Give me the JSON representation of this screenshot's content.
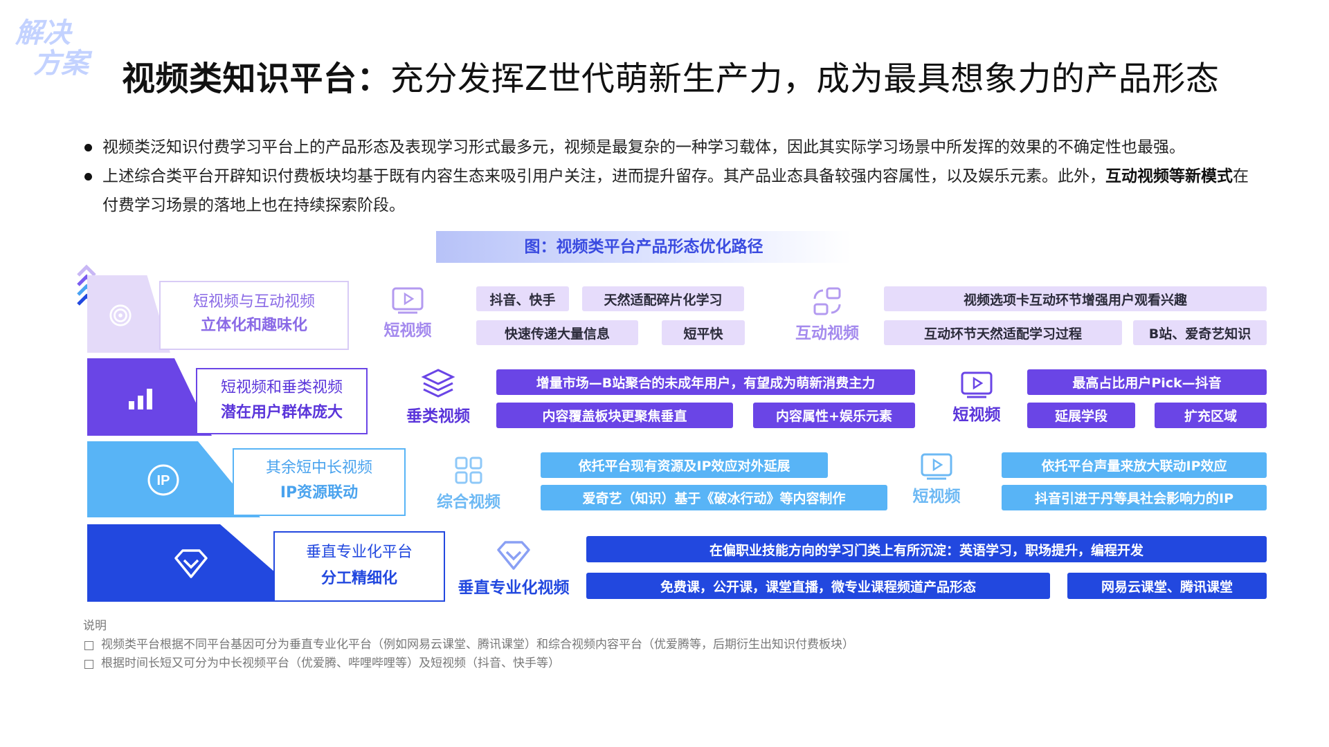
{
  "corner_tag": {
    "line1": "解决",
    "line2": "方案"
  },
  "title": {
    "strong": "视频类知识平台：",
    "rest": "充分发挥Z世代萌新生产力，成为最具想象力的产品形态"
  },
  "bullets": {
    "b1": "视频类泛知识付费学习平台上的产品形态及表现学习形式最多元，视频是最复杂的一种学习载体，因此其实际学习场景中所发挥的效果的不确定性也最强。",
    "b2_pre": "上述综合类平台开辟知识付费板块均基于既有内容生态来吸引用户关注，进而提升留存。其产品业态具备较强内容属性，以及娱乐元素。此外，",
    "b2_strong": "互动视频等新模式",
    "b2_post": "在付费学习场景的落地上也在持续探索阶段。"
  },
  "figure_title": "图：视频类平台产品形态优化路径",
  "colors": {
    "tier1": "#e4daf9",
    "tier2": "#6a45e6",
    "tier3": "#58b4f6",
    "tier4": "#2248df",
    "title_accent": "#3a4be0"
  },
  "tiers": [
    {
      "icon": "spiral-icon",
      "box": {
        "line1": "短视频与互动视频",
        "line2": "立体化和趣味化"
      },
      "categories": [
        {
          "icon": "video-play-icon",
          "label": "短视频"
        },
        {
          "icon": "interactive-swap-icon",
          "label": "互动视频"
        }
      ],
      "tags": [
        "抖音、快手",
        "天然适配碎片化学习",
        "快速传递大量信息",
        "短平快",
        "视频选项卡互动环节增强用户观看兴趣",
        "互动环节天然适配学习过程",
        "B站、爱奇艺知识"
      ]
    },
    {
      "icon": "bar-chart-icon",
      "box": {
        "line1": "短视频和垂类视频",
        "line2": "潜在用户群体庞大"
      },
      "categories": [
        {
          "icon": "layers-icon",
          "label": "垂类视频"
        },
        {
          "icon": "video-play-icon",
          "label": "短视频"
        }
      ],
      "tags": [
        "增量市场—B站聚合的未成年用户，有望成为萌新消费主力",
        "内容覆盖板块更聚焦垂直",
        "内容属性+娱乐元素",
        "最高占比用户Pick—抖音",
        "延展学段",
        "扩充区域"
      ]
    },
    {
      "icon": "ip-icon",
      "box": {
        "line1": "其余短中长视频",
        "line2": "IP资源联动"
      },
      "categories": [
        {
          "icon": "grid-icon",
          "label": "综合视频"
        },
        {
          "icon": "video-play-icon",
          "label": "短视频"
        }
      ],
      "tags": [
        "依托平台现有资源及IP效应对外延展",
        "爱奇艺（知识）基于《破冰行动》等内容制作",
        "依托平台声量来放大联动IP效应",
        "抖音引进于丹等具社会影响力的IP"
      ]
    },
    {
      "icon": "diamond-icon",
      "box": {
        "line1": "垂直专业化平台",
        "line2": "分工精细化"
      },
      "categories": [
        {
          "icon": "diamond-icon",
          "label": "垂直专业化视频"
        }
      ],
      "tags": [
        "在偏职业技能方向的学习门类上有所沉淀：英语学习，职场提升，编程开发",
        "免费课，公开课，课堂直播，微专业课程频道产品形态",
        "网易云课堂、腾讯课堂"
      ]
    }
  ],
  "notes": {
    "title": "说明",
    "items": [
      "视频类平台根据不同平台基因可分为垂直专业化平台（例如网易云课堂、腾讯课堂）和综合视频内容平台（优爱腾等，后期衍生出知识付费板块）",
      "根据时间长短又可分为中长视频平台（优爱腾、哔哩哔哩等）及短视频（抖音、快手等）"
    ]
  }
}
